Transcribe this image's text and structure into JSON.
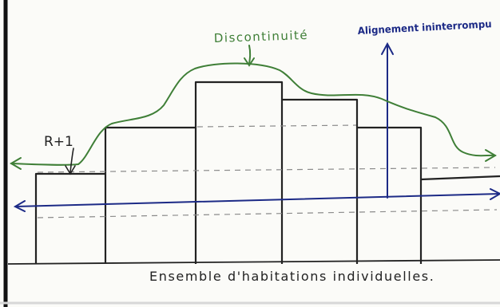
{
  "labels": {
    "discontinuity": "Discontinuité",
    "alignment": "Alignement ininterrompu",
    "floors": "R+1",
    "caption": "Ensemble d'habitations individuelles."
  },
  "colors": {
    "paper": "#fbfbf8",
    "ink": "#222222",
    "skyline": "#3f7f37",
    "alignment": "#1c2a86",
    "dash": "#8a8a8a",
    "frame": "#111111"
  }
}
